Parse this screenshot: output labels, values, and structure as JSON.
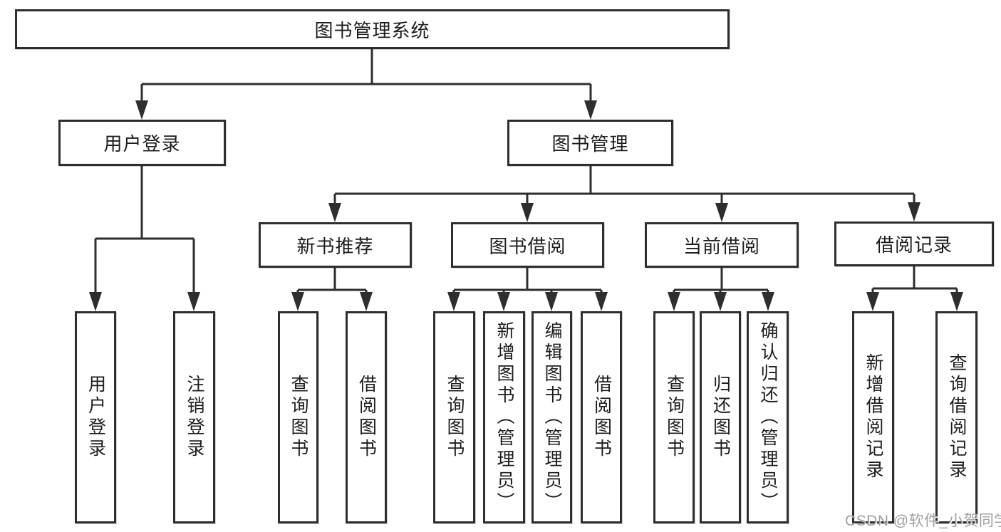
{
  "diagram": {
    "title": "图书管理系统",
    "level2": [
      {
        "label": "用户登录"
      },
      {
        "label": "图书管理"
      }
    ],
    "level3": [
      {
        "label": "新书推荐"
      },
      {
        "label": "图书借阅"
      },
      {
        "label": "当前借阅"
      },
      {
        "label": "借阅记录"
      }
    ],
    "leaves": [
      {
        "group": "用户登录",
        "label": "用户登录"
      },
      {
        "group": "用户登录",
        "label": "注销登录"
      },
      {
        "group": "新书推荐",
        "label": "查询图书"
      },
      {
        "group": "新书推荐",
        "label": "借阅图书"
      },
      {
        "group": "图书借阅",
        "label": "查询图书"
      },
      {
        "group": "图书借阅",
        "label": "新增图书（管理员）"
      },
      {
        "group": "图书借阅",
        "label": "编辑图书（管理员）"
      },
      {
        "group": "图书借阅",
        "label": "借阅图书"
      },
      {
        "group": "当前借阅",
        "label": "查询图书"
      },
      {
        "group": "当前借阅",
        "label": "归还图书"
      },
      {
        "group": "当前借阅",
        "label": "确认归还（管理员）"
      },
      {
        "group": "借阅记录",
        "label": "新增借阅记录"
      },
      {
        "group": "借阅记录",
        "label": "查询借阅记录"
      }
    ]
  },
  "watermark": {
    "text": "CSDN @软件_小贺同学"
  },
  "colors": {
    "line": "#2e2e2e",
    "box_border": "#2e2e2e",
    "text": "#1d1d1d",
    "watermark": "#9f9f9f",
    "background": "#ffffff"
  }
}
